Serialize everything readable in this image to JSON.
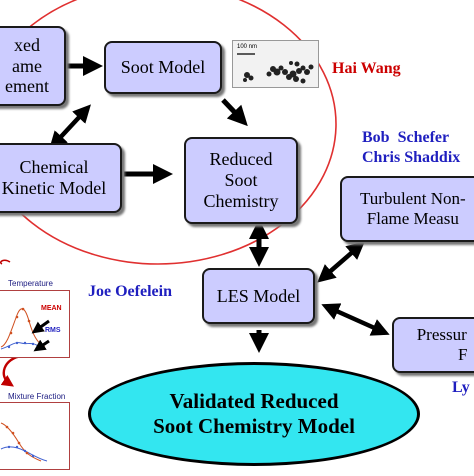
{
  "boxes": {
    "mixed_flame": [
      "xed",
      "ame",
      "ement"
    ],
    "soot_model": [
      "Soot Model"
    ],
    "chemical_kinetic": [
      "Chemical",
      "Kinetic Model"
    ],
    "reduced_soot": [
      "Reduced",
      "Soot",
      "Chemistry"
    ],
    "turbulent": [
      "Turbulent Non-",
      "Flame Measu"
    ],
    "les_model": [
      "LES Model"
    ],
    "pressure": [
      "Pressur",
      "F"
    ]
  },
  "final": {
    "line1": "Validated Reduced",
    "line2": "Soot Chemistry Model"
  },
  "people": {
    "hai_wang": "Hai Wang",
    "bob_schefer": "Bob  Schefer",
    "chris_shaddix": "Chris Shaddix",
    "joe_oefelein": "Joe Oefelein",
    "ly": "Ly"
  },
  "micrograph": {
    "scale": "100 nm"
  },
  "plots": {
    "temperature": {
      "title": "Temperature",
      "mean": "MEAN",
      "rms": "RMS"
    },
    "mixture": {
      "title": "Mixture Fraction"
    }
  },
  "colors": {
    "box_fill": "#ccccff",
    "ellipse_outline": "#e03030",
    "final_fill": "#33e6f0",
    "hai_wang": "#cc0000",
    "names_blue": "#1f1fbf"
  }
}
